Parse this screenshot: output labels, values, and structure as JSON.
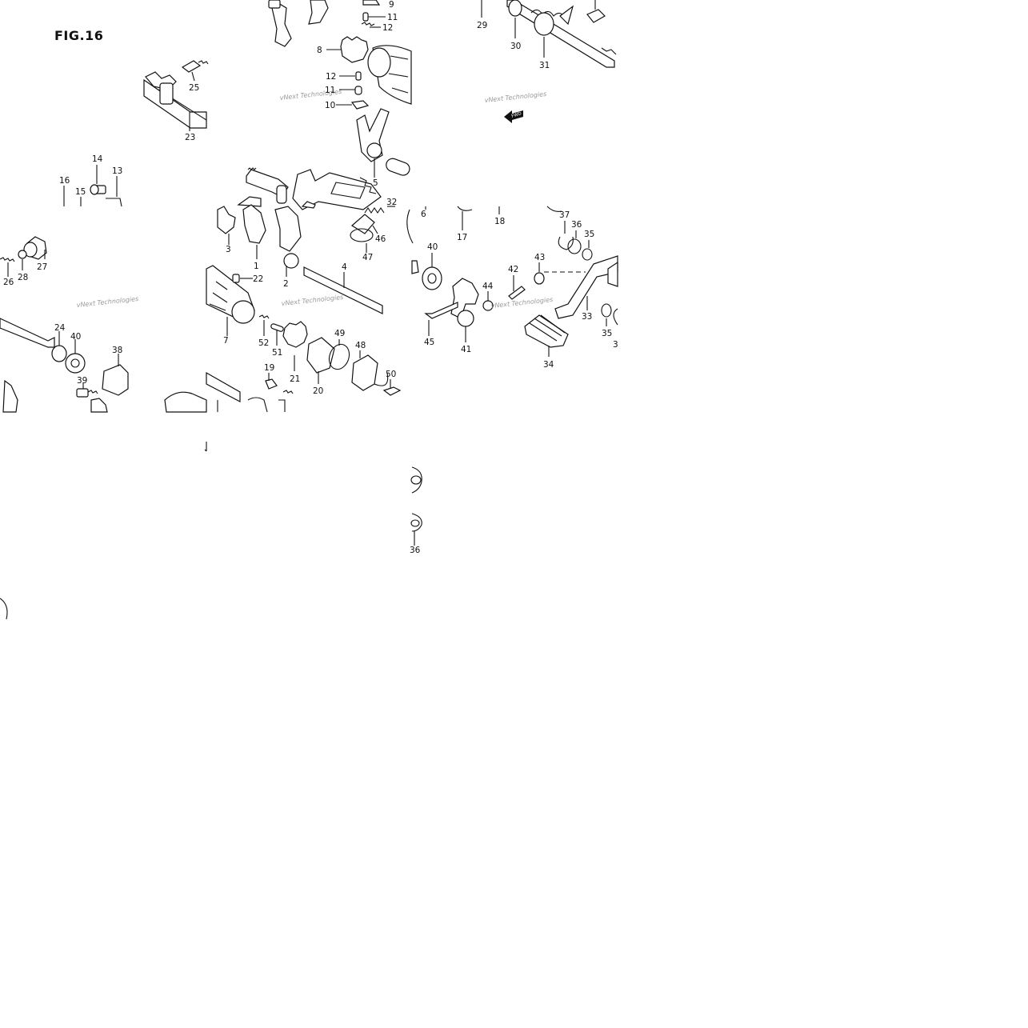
{
  "figure": {
    "title": "FIG.16"
  },
  "watermark": {
    "text": "vNext Technologies"
  },
  "badges": {
    "fwd": "FWD"
  },
  "part_labels": {
    "p1": "1",
    "p2": "2",
    "p3": "3",
    "p4": "4",
    "p5": "5",
    "p6": "6",
    "p7": "7",
    "p8": "8",
    "p9": "9",
    "p10": "10",
    "p11a": "11",
    "p11b": "11",
    "p12a": "12",
    "p12b": "12",
    "p13": "13",
    "p14": "14",
    "p15": "15",
    "p16": "16",
    "p17": "17",
    "p18": "18",
    "p19": "19",
    "p20": "20",
    "p21": "21",
    "p22": "22",
    "p23": "23",
    "p24": "24",
    "p25": "25",
    "p26": "26",
    "p27": "27",
    "p28": "28",
    "p29": "29",
    "p30": "30",
    "p31": "31",
    "p32": "32",
    "p33": "33",
    "p34": "34",
    "p35a": "35",
    "p35b": "35",
    "p36a": "36",
    "p36b": "36",
    "p37": "37",
    "p38": "38",
    "p39": "39",
    "p40a": "40",
    "p40b": "40",
    "p41": "41",
    "p42": "42",
    "p43": "43",
    "p44": "44",
    "p45": "45",
    "p46": "46",
    "p47": "47",
    "p48": "48",
    "p49": "49",
    "p50": "50",
    "p51": "51",
    "p52": "52",
    "p3cut": "3"
  }
}
